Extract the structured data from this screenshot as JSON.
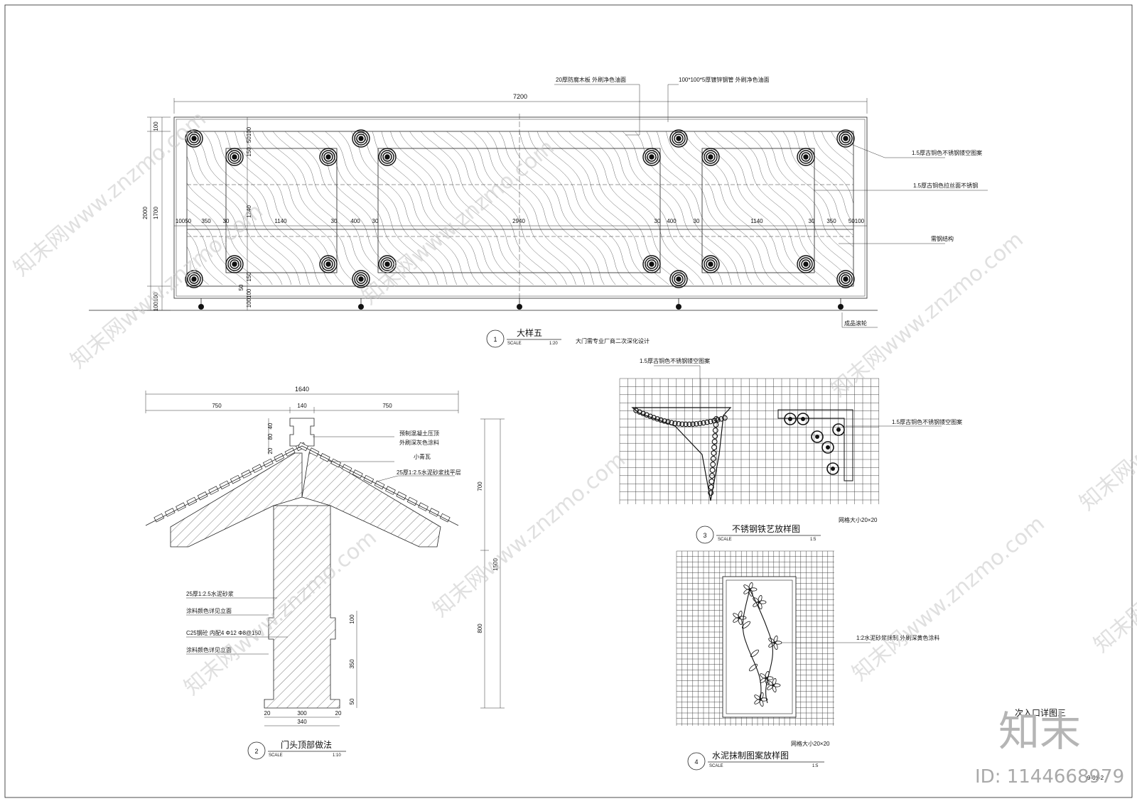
{
  "detail1": {
    "title": "大样五",
    "scale_word": "SCALE",
    "scale": "1:20",
    "number": "1",
    "note": "大门需专业厂商二次深化设计",
    "dim_total": "7200",
    "dims_bottom": [
      "10050",
      "350",
      "30",
      "1140",
      "30",
      "400",
      "30",
      "2940",
      "30",
      "400",
      "30",
      "1140",
      "30",
      "350",
      "50100"
    ],
    "dims_left": [
      "100",
      "1700",
      "2000",
      "100100"
    ],
    "dims_left_inner": [
      "50100",
      "150",
      "1240",
      "150",
      "50",
      "100100"
    ],
    "callouts": {
      "wood": "20厚防腐木板 外刷净色油面",
      "steel_top": "100*100*5厚镀锌钢管 外刷净色油面",
      "ss1": "1.5厚古铜色不锈钢镂空图案",
      "ss2": "1.5厚古铜色拉丝面不锈钢",
      "structure": "需钢结构",
      "wheel": "成品滚轮"
    }
  },
  "detail2": {
    "title": "门头顶部做法",
    "scale_word": "SCALE",
    "scale": "1:10",
    "number": "2",
    "dim_total": "1640",
    "dims_top": [
      "750",
      "140",
      "750"
    ],
    "dims_cap": [
      "40",
      "80",
      "20"
    ],
    "dims_right": [
      "700",
      "1500",
      "800"
    ],
    "dims_right_inner": [
      "100",
      "350",
      "50"
    ],
    "dims_bottom": [
      "20",
      "300",
      "20",
      "340"
    ],
    "callouts": {
      "cap1": "预制混凝土压顶",
      "cap2": "外刷深灰色涂料",
      "tile": "小青瓦",
      "mortar": "25厚1:2.5水泥砂浆找平层",
      "mortar2": "25厚1:2.5水泥砂浆",
      "paint1": "涂料颜色详见立面",
      "concrete": "C25钢砼 内配4 Φ12 Φ8@150",
      "paint2": "涂料颜色详见立面"
    }
  },
  "detail3": {
    "title": "不锈钢铁艺放样图",
    "scale_word": "SCALE",
    "scale": "1:5",
    "number": "3",
    "callout_a": "1.5厚古铜色不锈钢镂空图案",
    "callout_b": "1.5厚古铜色不锈钢镂空图案",
    "grid_note": "网格大小20×20"
  },
  "detail4": {
    "title": "水泥抹制图案放样图",
    "scale_word": "SCALE",
    "scale": "1:5",
    "number": "4",
    "callout": "1:2水泥砂浆抹制 外刷深黄色涂料",
    "grid_note": "网格大小20×20"
  },
  "sheet": {
    "title": "次入口详图三",
    "sheet_no": "9-01-2"
  },
  "watermark": {
    "text": "知末网www.znzmo.com",
    "logo": "知末",
    "id": "ID: 1144668979"
  }
}
